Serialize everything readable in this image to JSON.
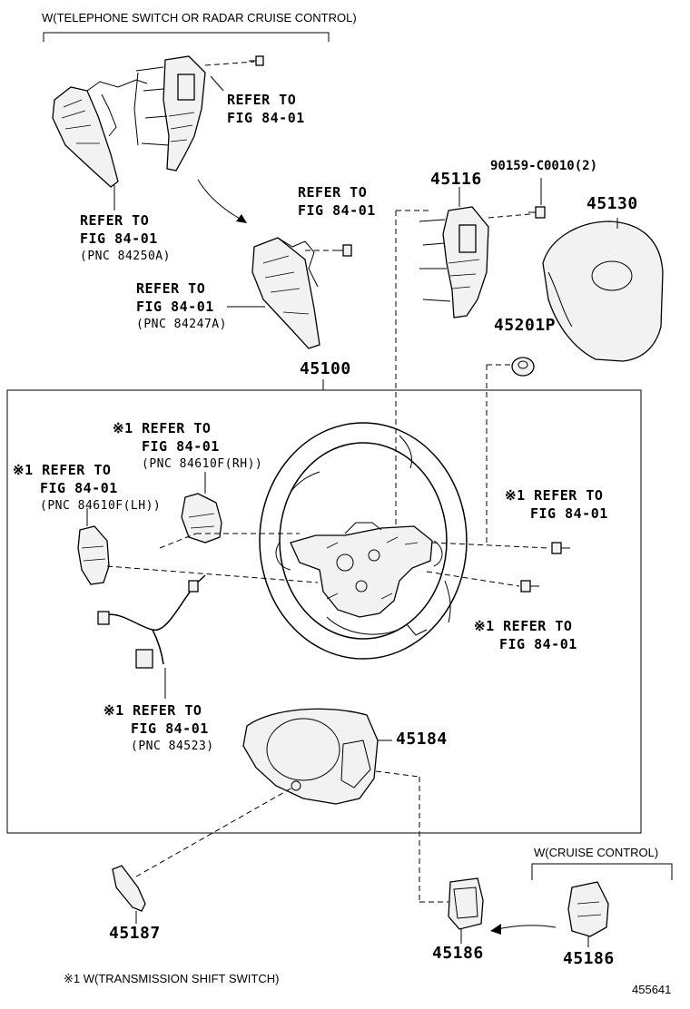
{
  "header": {
    "variant_top": "W(TELEPHONE SWITCH OR RADAR CRUISE CONTROL)"
  },
  "refs": {
    "top_right": {
      "line1": "REFER TO",
      "line2": "FIG 84-01"
    },
    "top_left": {
      "line1": "REFER TO",
      "line2": "FIG 84-01",
      "line3": "(PNC 84250A)"
    },
    "mid_screw": {
      "line1": "REFER TO",
      "line2": "FIG 84-01"
    },
    "mid_left": {
      "line1": "REFER TO",
      "line2": "FIG 84-01",
      "line3": "(PNC 84247A)"
    },
    "rh_switch": {
      "line1": "※1 REFER TO",
      "line2": "FIG 84-01",
      "line3": "(PNC 84610F(RH))"
    },
    "lh_switch": {
      "line1": "※1 REFER TO",
      "line2": "FIG 84-01",
      "line3": "(PNC 84610F(LH))"
    },
    "right_screw_upper": {
      "line1": "※1 REFER TO",
      "line2": "FIG 84-01"
    },
    "right_screw_lower": {
      "line1": "※1 REFER TO",
      "line2": "FIG 84-01"
    },
    "harness": {
      "line1": "※1 REFER TO",
      "line2": "FIG 84-01",
      "line3": "(PNC 84523)"
    }
  },
  "parts": {
    "p45116": "45116",
    "p90159": "90159-C0010(2)",
    "p45130": "45130",
    "p45201P": "45201P",
    "p45100": "45100",
    "p45184": "45184",
    "p45187": "45187",
    "p45186a": "45186",
    "p45186b": "45186"
  },
  "variant_cruise": "W(CRUISE CONTROL)",
  "footnote": "※1 W(TRANSMISSION SHIFT SWITCH)",
  "diagram_id": "455641"
}
